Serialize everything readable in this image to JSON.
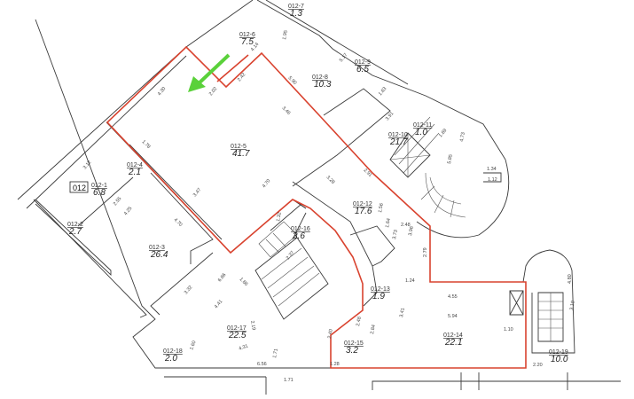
{
  "plan": {
    "section_label": "012",
    "accent_colors": {
      "boundary": "#d9432f",
      "arrow": "#5ad13a"
    },
    "rooms": [
      {
        "id": "012-1",
        "area": "6.8"
      },
      {
        "id": "012-2",
        "area": "2.7"
      },
      {
        "id": "012-3",
        "area": "26.4"
      },
      {
        "id": "012-4",
        "area": "2.1"
      },
      {
        "id": "012-5",
        "area": "41.7"
      },
      {
        "id": "012-6",
        "area": "7.5"
      },
      {
        "id": "012-7",
        "area": "1.3"
      },
      {
        "id": "012-8",
        "area": "10.3"
      },
      {
        "id": "012-9",
        "area": "6.5"
      },
      {
        "id": "012-10",
        "area": "21.7"
      },
      {
        "id": "012-11",
        "area": "1.0"
      },
      {
        "id": "012-12",
        "area": "17.6"
      },
      {
        "id": "012-13",
        "area": "1.9"
      },
      {
        "id": "012-14",
        "area": "22.1"
      },
      {
        "id": "012-15",
        "area": "3.2"
      },
      {
        "id": "012-16",
        "area": "3.6"
      },
      {
        "id": "012-17",
        "area": "22.5"
      },
      {
        "id": "012-18",
        "area": "2.0"
      },
      {
        "id": "012-19",
        "area": "10.0"
      }
    ],
    "dimensions": [
      "4.30",
      "4.14",
      "2.42",
      "2.02",
      "5.90",
      "3.46",
      "1.78",
      "3.47",
      "4.70",
      "3.12",
      "2.55",
      "4.25",
      "4.70",
      "3.32",
      "6.66",
      "1.86",
      "4.41",
      "2.19",
      "4.31",
      "6.56",
      "1.71",
      "2.91",
      "3.28",
      "1.56",
      "1.64",
      "2.48",
      "3.73",
      "3.96",
      "2.79",
      "1.24",
      "4.55",
      "5.94",
      "3.41",
      "2.84",
      "1.10",
      "2.48",
      "2.40",
      "1.28",
      "4.80",
      "3.10",
      "2.20",
      "3.91",
      "1.63",
      "5.17",
      "4.73",
      "5.85",
      "1.34",
      "1.12",
      "1.95",
      "1.32",
      "2.37",
      "1.60",
      "1.69",
      "1.71"
    ]
  }
}
